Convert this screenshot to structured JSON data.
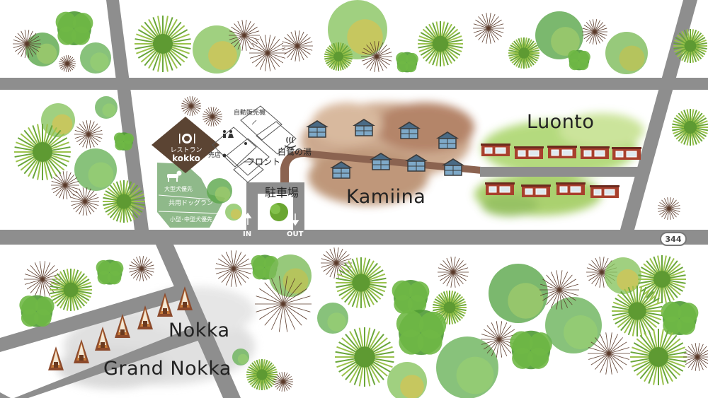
{
  "areas": {
    "luonto": "Luonto",
    "kamiina": "Kamiina",
    "nokka": "Nokka",
    "grand_nokka": "Grand Nokka"
  },
  "facilities": {
    "restaurant_line1": "レストラン",
    "restaurant_line2": "kokko",
    "shop": "売店",
    "vending": "自動販売機",
    "front": "フロント",
    "bath": "白鷺の湯",
    "parking": "駐車場",
    "entry_in": "IN",
    "entry_out": "OUT",
    "large_dog": "大型犬優先",
    "dog_run": "共用ドッグラン",
    "small_dog": "小型･中型犬優先"
  },
  "road": {
    "route_number": "344"
  },
  "colors": {
    "road": "#8e8e8e",
    "restaurant": "#5b4433",
    "dog_run": "#8fb98a",
    "kamiina_ground": "#b98e6f",
    "luonto_ground": "#9cc957",
    "nokka_ground": "#d9d9d9",
    "cabin_roof_brown": "#8c4a2c",
    "cabin_body_red": "#a8402d"
  },
  "icons": [
    "restroom-icon",
    "bath-hot-spring-icon",
    "restaurant-plate-icon",
    "dog-icon",
    "arrow-up-icon",
    "arrow-down-icon"
  ]
}
